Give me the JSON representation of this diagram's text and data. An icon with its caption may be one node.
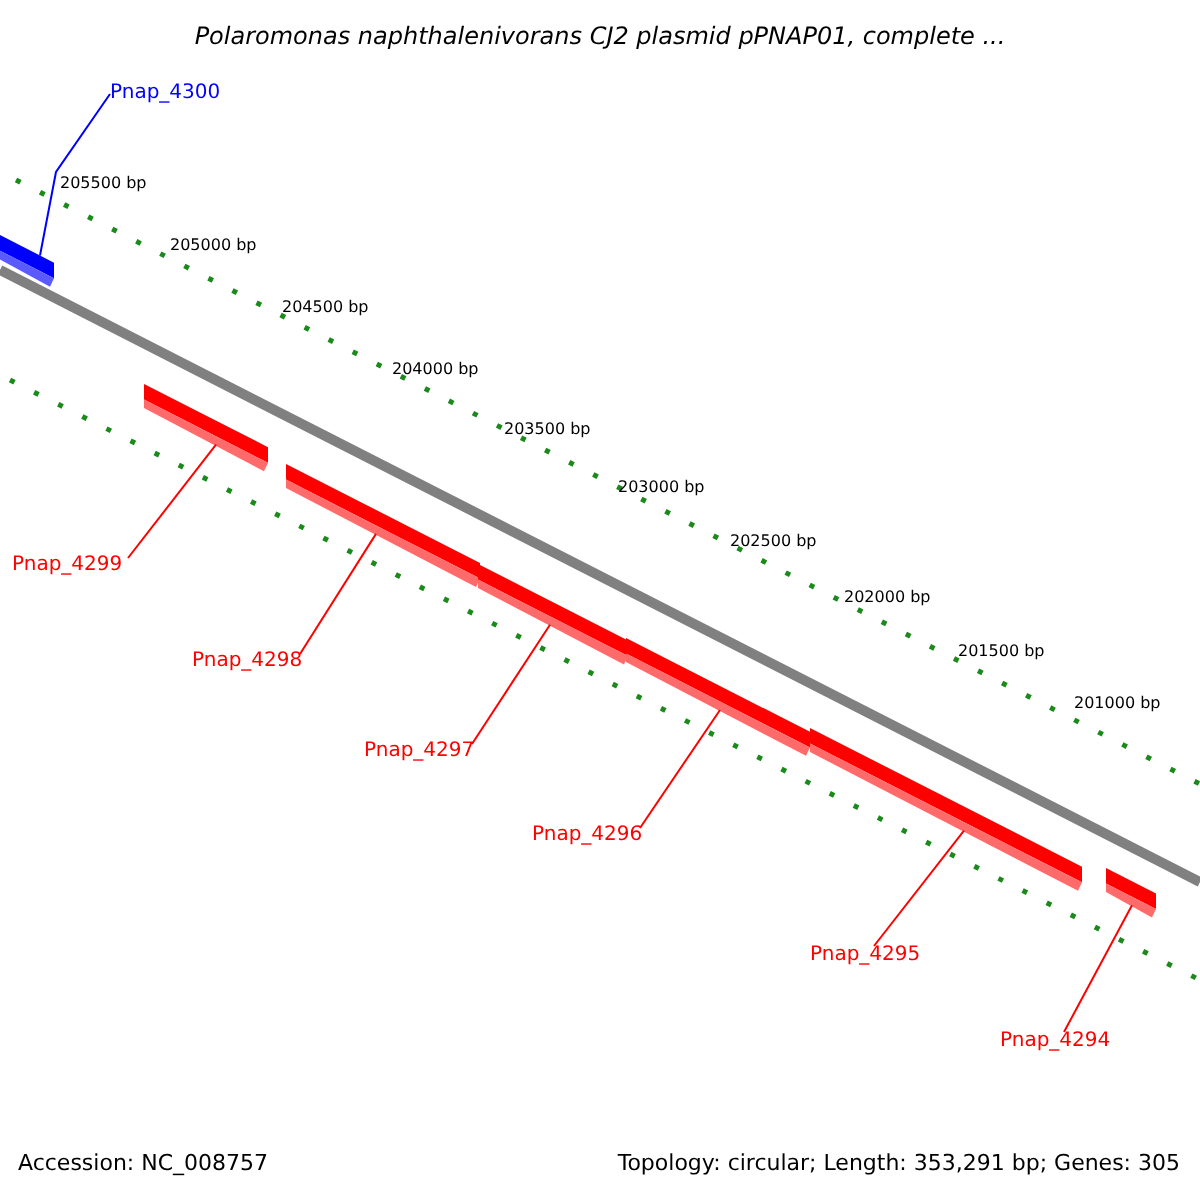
{
  "diagram": {
    "title": "Polaromonas naphthalenivorans CJ2 plasmid pPNAP01, complete ...",
    "nodes": [
      {
        "text": [
          "Pnap_4300"
        ]
      },
      {
        "text": [],
        "shape": "bar"
      },
      {
        "text": [
          "Pnap_4299"
        ]
      },
      {
        "text": [],
        "shape": "bar"
      },
      {
        "text": [
          "Pnap_4298"
        ]
      },
      {
        "text": [],
        "shape": "bar"
      },
      {
        "text": [
          "Pnap_4297"
        ]
      },
      {
        "text": [],
        "shape": "bar"
      },
      {
        "text": [
          "Pnap_4296"
        ]
      },
      {
        "text": [],
        "shape": "bar"
      },
      {
        "text": [
          "Pnap_4295"
        ]
      },
      {
        "text": [],
        "shape": "bar"
      },
      {
        "text": [
          "Pnap_4294"
        ]
      },
      {
        "text": [],
        "shape": "bar"
      }
    ],
    "edges": [
      {
        "from": 0,
        "to": 1,
        "arrow": "none",
        "color": "#0000ff"
      },
      {
        "from": 2,
        "to": 3,
        "arrow": "none"
      },
      {
        "from": 4,
        "to": 5,
        "arrow": "none"
      },
      {
        "from": 6,
        "to": 7,
        "arrow": "none"
      },
      {
        "from": 8,
        "to": 9,
        "arrow": "none"
      },
      {
        "from": 10,
        "to": 11,
        "arrow": "none"
      },
      {
        "from": 12,
        "to": 13,
        "arrow": "none"
      }
    ],
    "labels": [
      "205500 bp",
      "205000 bp",
      "204500 bp",
      "204000 bp",
      "203500 bp",
      "203000 bp",
      "202500 bp",
      "202000 bp",
      "201500 bp",
      "201000 bp",
      "Accession: NC_008757",
      "Topology: circular; Length: 353,291 bp; Genes: 305"
    ]
  }
}
